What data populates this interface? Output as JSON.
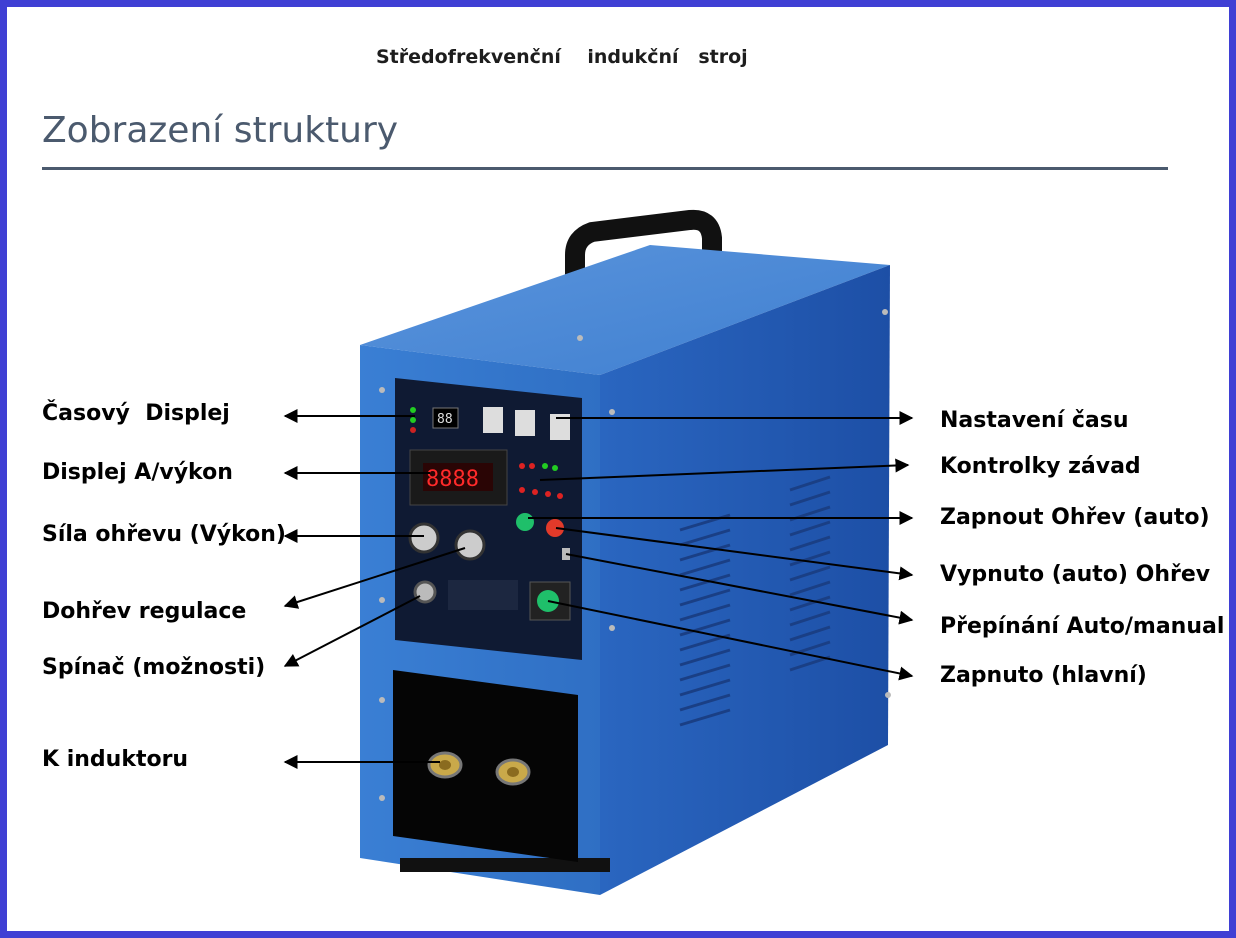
{
  "header": {
    "title": "Středofrekvenční    indukční   stroj",
    "section": "Zobrazení struktury"
  },
  "labels_left": [
    "Časový  Displej",
    "Displej A/výkon",
    "Síla ohřevu (Výkon)",
    "Dohřev regulace",
    "Spínač (možnosti)",
    "K induktoru"
  ],
  "labels_right": [
    "Nastavení času",
    "Kontrolky závad",
    "Zapnout Ohřev (auto)",
    "Vypnuto (auto) Ohřev",
    "Přepínání Auto/manual",
    "Zapnuto (hlavní)"
  ],
  "device_display": "8888",
  "colors": {
    "frame": "#3f3fd4",
    "machine_blue": "#2f6fc4",
    "heading_gray": "#4b5a6e"
  }
}
